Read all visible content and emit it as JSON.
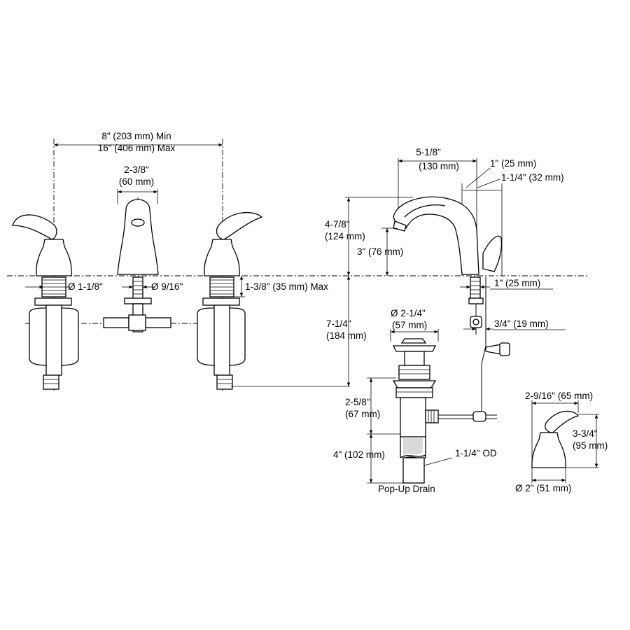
{
  "front_view": {
    "width_min": "8\" (203 mm) Min",
    "width_max": "16\" (406 mm) Max",
    "spout_width_in": "2-3/8\"",
    "spout_width_mm": "(60 mm)",
    "handle_shank_dia": "Ø 1-1/8\"",
    "spout_shank_dia": "Ø 9/16\"",
    "deck_thickness": "1-3/8\" (35 mm) Max"
  },
  "side_view": {
    "reach_in": "5-1/8\"",
    "reach_mm": "(130 mm)",
    "base_dim_1": "1\" (25 mm)",
    "base_dim_2": "1-1/4\" (32 mm)",
    "height_in": "4-7/8\"",
    "height_mm": "(124 mm)",
    "spout_clearance": "3\" (76 mm)",
    "below_deck_in": "7-1/4\"",
    "below_deck_mm": "(184 mm)",
    "shank_offset": "1\" (25 mm)",
    "rod_offset": "3/4\" (19 mm)"
  },
  "drain": {
    "flange_dia_in": "Ø 2-1/4\"",
    "flange_dia_mm": "(57 mm)",
    "body_len_in": "2-5/8\"",
    "body_len_mm": "(67 mm)",
    "tail_len": "4\" (102 mm)",
    "tail_od": "1-1/4\" OD",
    "title": "Pop-Up Drain"
  },
  "handle_detail": {
    "length": "2-9/16\" (65 mm)",
    "height_in": "3-3/4\"",
    "height_mm": "(95 mm)",
    "base_dia": "Ø 2\" (51 mm)"
  }
}
